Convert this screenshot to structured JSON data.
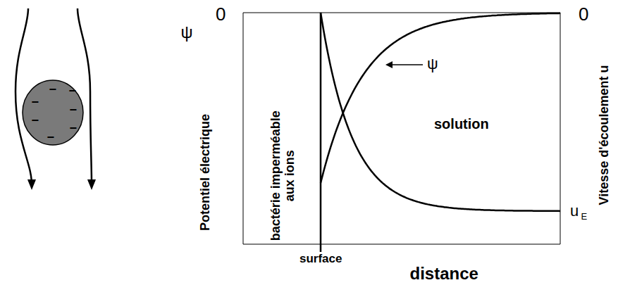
{
  "diagram": {
    "labels": [
      "ψ",
      "0",
      "Potentiel électrique",
      "bactérie imperméable aux ions",
      "ψ",
      "solution",
      "0",
      "Vitesse d'écoulement u",
      "u",
      "E",
      "surface",
      "distance",
      "−",
      "−",
      "−",
      "−",
      "−",
      "−",
      "−"
    ]
  }
}
